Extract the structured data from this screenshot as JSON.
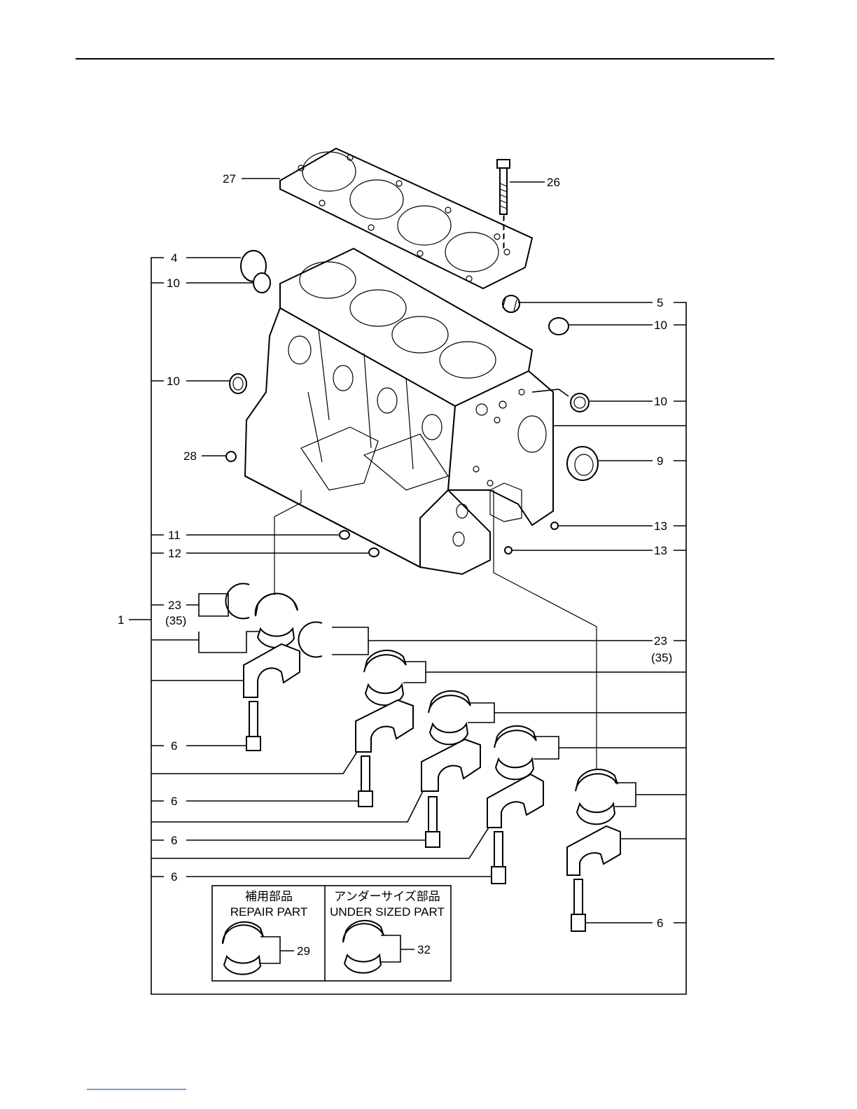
{
  "labels": {
    "p27": "27",
    "p26": "26",
    "p4": "4",
    "p10a": "10",
    "p10b": "10",
    "p10c": "10",
    "p10d": "10",
    "p5": "5",
    "p9": "9",
    "p28": "28",
    "p13a": "13",
    "p13b": "13",
    "p11": "11",
    "p12": "12",
    "p23a": "23",
    "p35a": "(35)",
    "p1": "1",
    "p23b": "23",
    "p35b": "(35)",
    "p6a": "6",
    "p6b": "6",
    "p6c": "6",
    "p6d": "6",
    "p6e": "6",
    "p29": "29",
    "p32": "32"
  },
  "box_repair": {
    "jp": "補用部品",
    "en": "REPAIR PART"
  },
  "box_under": {
    "jp": "アンダーサイズ部品",
    "en": "UNDER SIZED PART"
  }
}
